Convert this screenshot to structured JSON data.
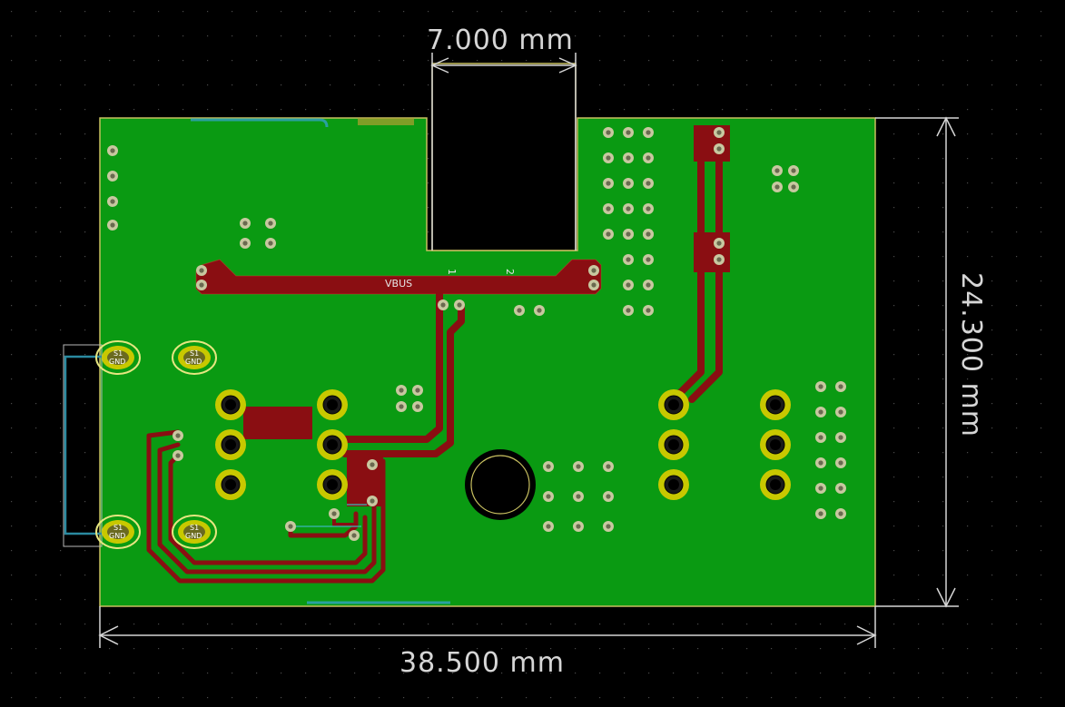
{
  "view": {
    "background_color": "#000000",
    "board_color": "#0a9a12",
    "board_edge_color": "#c8c060",
    "trace_color": "#8a0e12",
    "pad_color": "#c8c800",
    "grid_dot_color": "#505050"
  },
  "dimensions": {
    "width_label": "38.500 mm",
    "height_label": "24.300 mm",
    "cutout_label": "7.000 mm"
  },
  "net_labels": {
    "vbus": "VBUS",
    "trace_1": "1",
    "trace_2": "2"
  },
  "pads": {
    "shield_pad_label_top": "S1",
    "shield_pad_label_bottom": "GND"
  }
}
